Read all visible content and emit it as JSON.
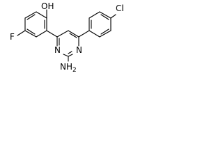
{
  "molecule": {
    "labels": {
      "hydroxyl": "OH",
      "fluorine": "F",
      "chlorine": "Cl",
      "amino": "NH",
      "amino_subscript": "2",
      "ring_nitrogen_left": "N",
      "ring_nitrogen_right": "N"
    },
    "bond_color": "#000000",
    "background_color": "#ffffff"
  }
}
